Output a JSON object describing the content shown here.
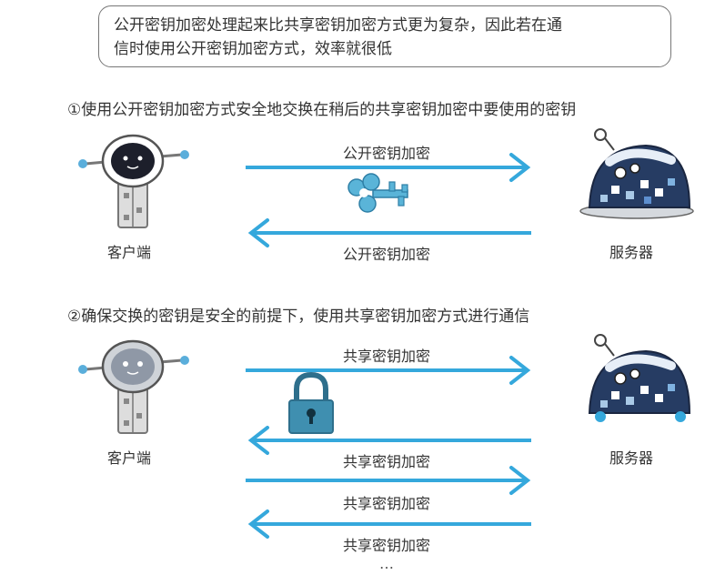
{
  "note": {
    "line1": "公开密钥加密处理起来比共享密钥加密方式更为复杂，因此若在通",
    "line2": "信时使用公开密钥加密方式，效率就很低"
  },
  "section1": {
    "heading": "①使用公开密钥加密方式安全地交换在稍后的共享密钥加密中要使用的密钥",
    "client_label": "客户端",
    "server_label": "服务器",
    "arrows": [
      {
        "direction": "right",
        "label": "公开密钥加密"
      },
      {
        "direction": "left",
        "label": "公开密钥加密"
      }
    ],
    "carried_item": "key-icon"
  },
  "section2": {
    "heading": "②确保交换的密钥是安全的前提下，使用共享密钥加密方式进行通信",
    "client_label": "客户端",
    "server_label": "服务器",
    "arrows": [
      {
        "direction": "right",
        "label": "共享密钥加密"
      },
      {
        "direction": "left",
        "label": "共享密钥加密"
      },
      {
        "direction": "right",
        "label": "共享密钥加密"
      },
      {
        "direction": "left",
        "label": "共享密钥加密"
      }
    ],
    "carried_item": "padlock-icon",
    "ellipsis": "…"
  },
  "colors": {
    "arrow": "#35a8dc",
    "key": "#5ab4d8",
    "lock": "#3f8fb0",
    "robot_body_dark": "#1d1f2b",
    "robot_body_light": "#8f98a6",
    "server_shell": "#263c63"
  }
}
